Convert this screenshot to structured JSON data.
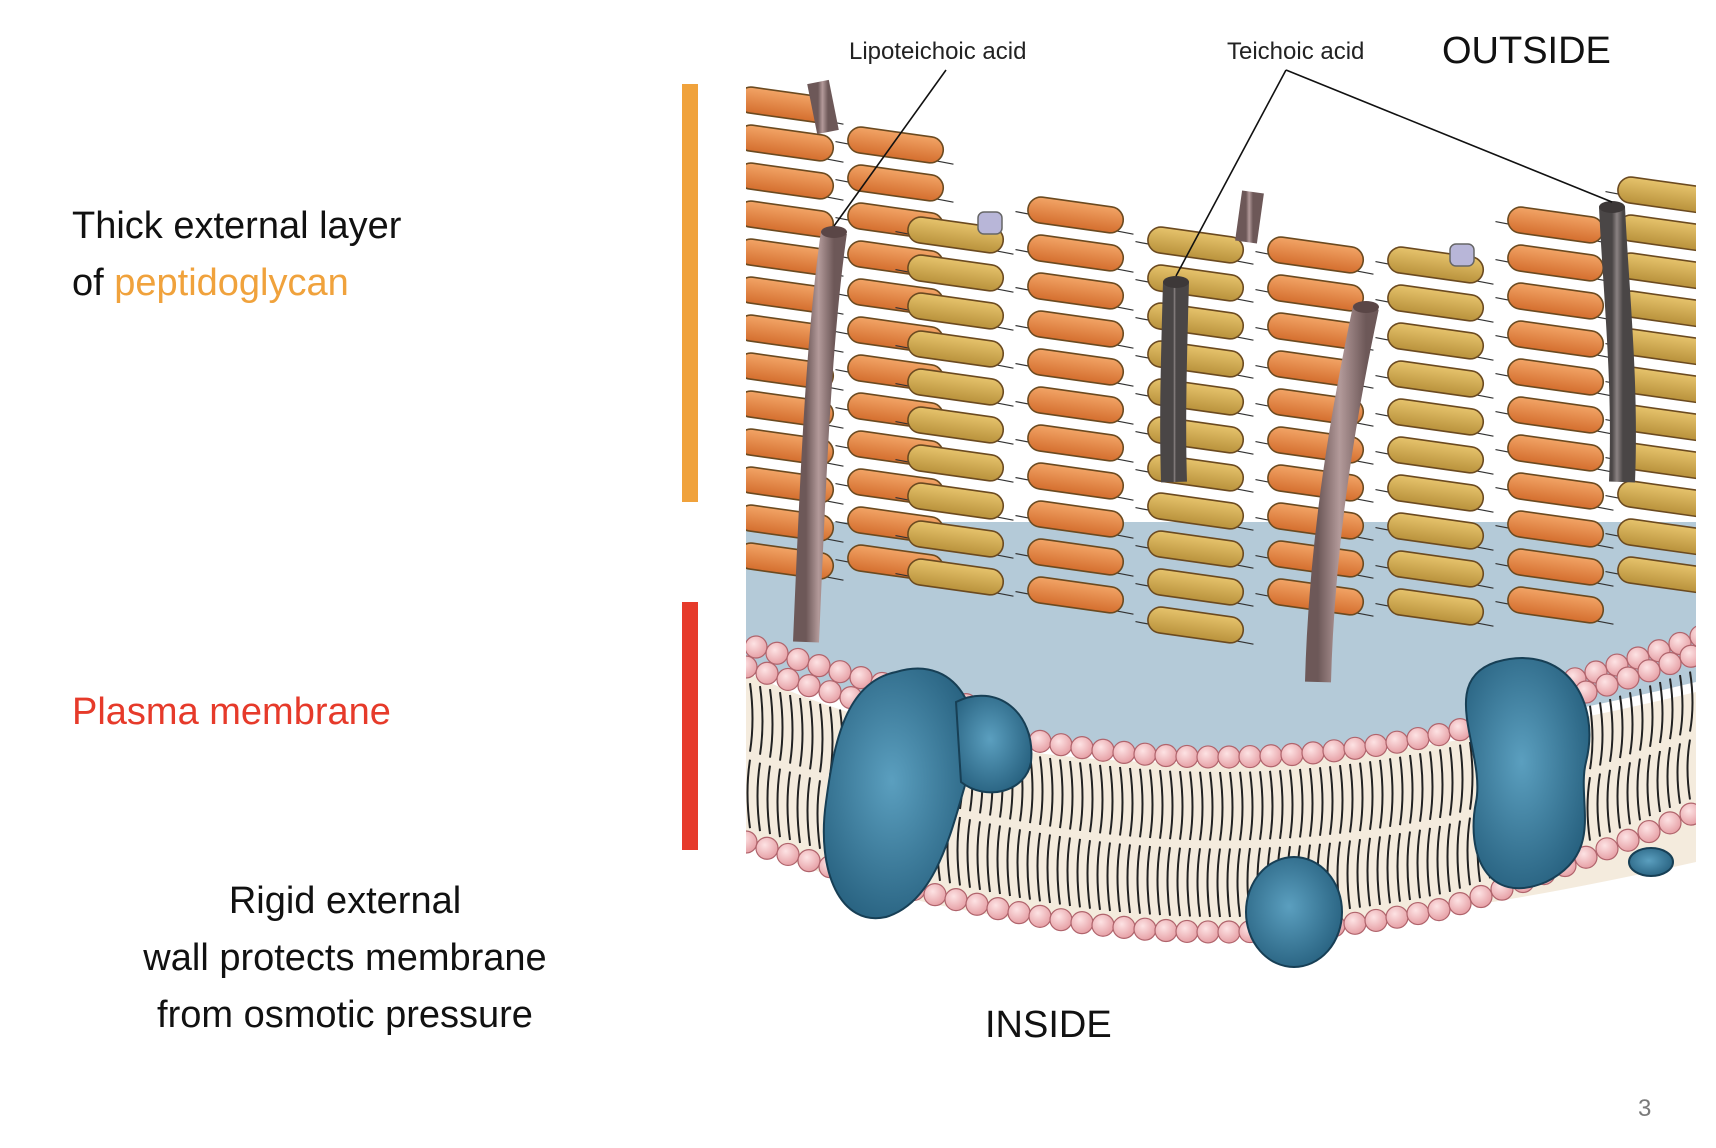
{
  "captions": {
    "peptidoglycan_line1": "Thick external layer",
    "peptidoglycan_of": "of ",
    "peptidoglycan_word": "peptidoglycan",
    "plasma_membrane": "Plasma membrane",
    "rigid_line1": "Rigid external",
    "rigid_line2": "wall protects membrane",
    "rigid_line3": "from osmotic pressure"
  },
  "labels": {
    "lipoteichoic_acid": "Lipoteichoic acid",
    "teichoic_acid": "Teichoic acid",
    "outside": "OUTSIDE",
    "inside": "INSIDE"
  },
  "page_number": "3",
  "colors": {
    "peptidoglycan_accent": "#f0a23c",
    "membrane_accent": "#e63a2a",
    "periplasm": "#b4cad8",
    "protein": "#2f6f8f",
    "lipid_head": "#f3b8bb",
    "stem": "#8a7070"
  },
  "icons": {
    "diagram": "gram-positive-cell-wall-illustration"
  }
}
